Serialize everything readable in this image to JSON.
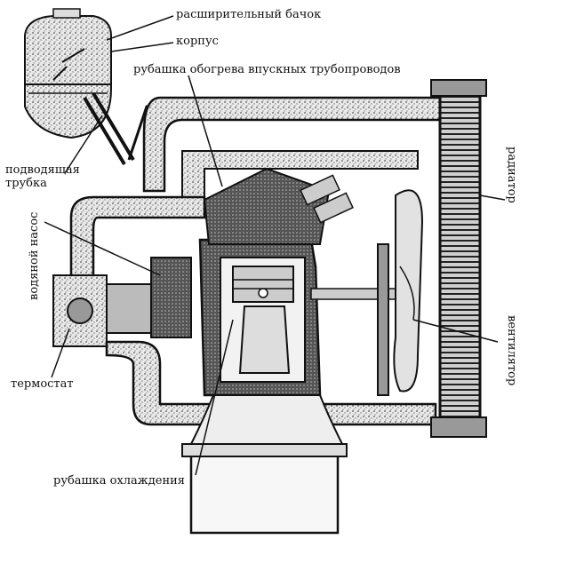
{
  "labels": {
    "expansion_tank": "расширительный бачок",
    "housing": "корпус",
    "intake_jacket": "рубашка обогрева впускных трубопроводов",
    "supply_tube_line1": "подводящая",
    "supply_tube_line2": "трубка",
    "water_pump": "водяной насос",
    "radiator": "радиатор",
    "fan": "вентилятор",
    "thermostat": "термостат",
    "cooling_jacket": "рубашка охлаждения"
  }
}
